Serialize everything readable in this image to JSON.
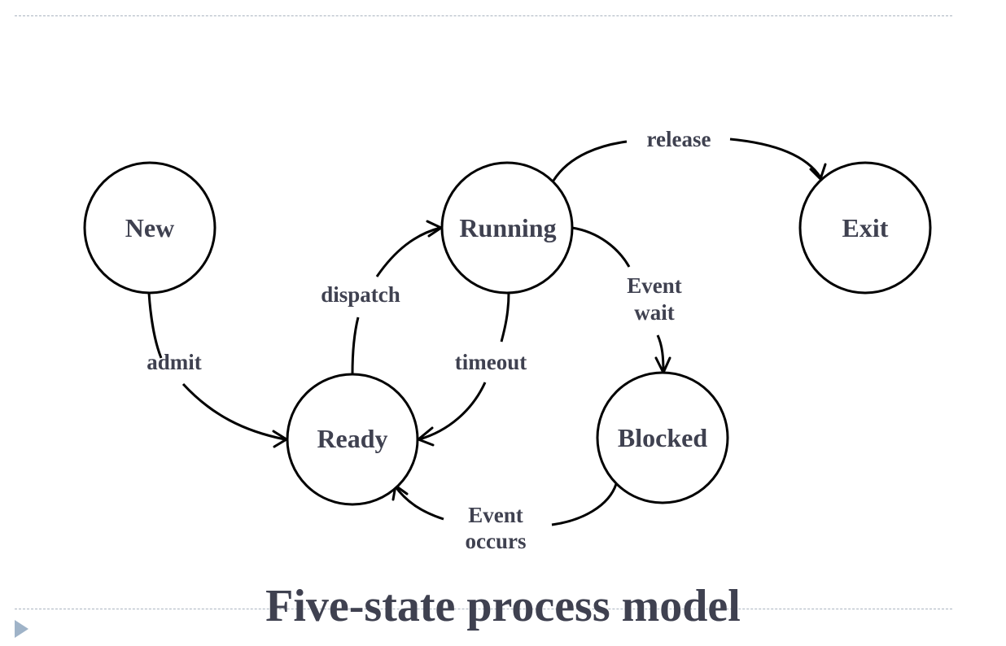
{
  "title": "Five-state process model",
  "states": {
    "new": "New",
    "ready": "Ready",
    "running": "Running",
    "blocked": "Blocked",
    "exit": "Exit"
  },
  "transitions": {
    "admit": "admit",
    "dispatch": "dispatch",
    "timeout": "timeout",
    "release": "release",
    "event_wait": [
      "Event",
      "wait"
    ],
    "event_occurs": [
      "Event",
      "occurs"
    ]
  },
  "colors": {
    "text": "#3f4150",
    "stroke": "#000000",
    "guide": "#aab4c0",
    "nav_marker": "#9fb3c8"
  }
}
